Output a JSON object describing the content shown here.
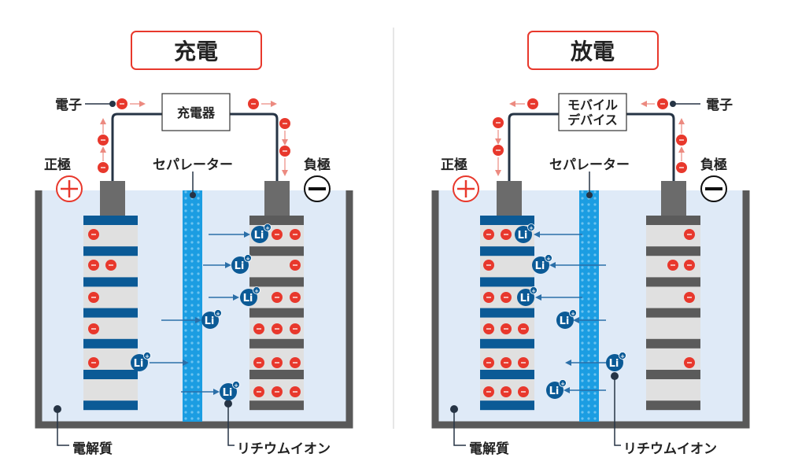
{
  "charge": {
    "title": "充電",
    "device": [
      "充電器"
    ],
    "electron_label": "電子",
    "positive_label": "正極",
    "negative_label": "負極",
    "separator_label": "セパレーター",
    "electrolyte_label": "電解質",
    "ion_label": "リチウムイオン"
  },
  "discharge": {
    "title": "放電",
    "device": [
      "モバイル",
      "デバイス"
    ],
    "electron_label": "電子",
    "positive_label": "正極",
    "negative_label": "負極",
    "separator_label": "セパレーター",
    "electrolyte_label": "電解質",
    "ion_label": "リチウムイオン"
  },
  "ion_symbol": "Li",
  "ion_charge": "+",
  "colors": {
    "red": "#e8382c",
    "blue": "#0b5a96",
    "grey": "#5b5b5b",
    "separator": "#1b9de2",
    "electrolyte": "#dfeaf7"
  }
}
